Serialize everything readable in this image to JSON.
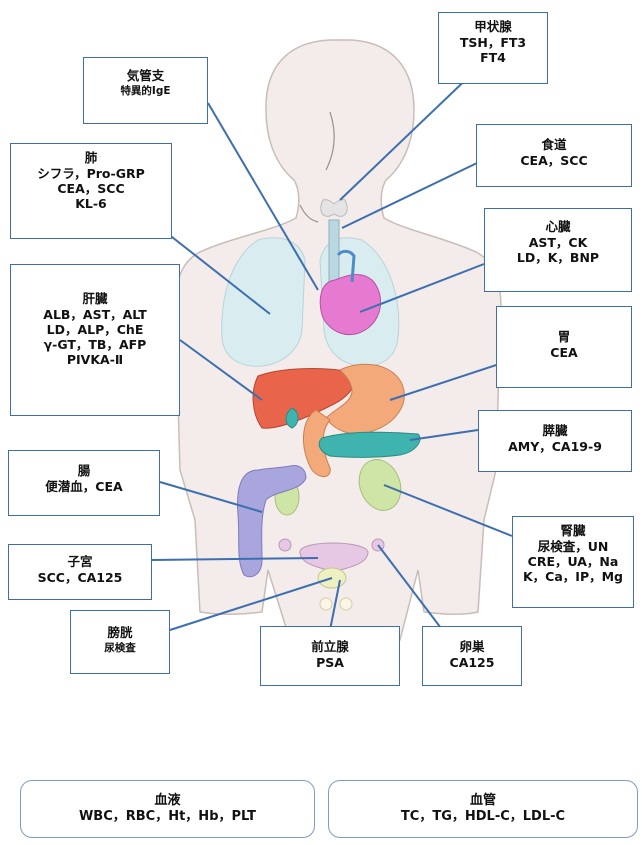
{
  "labels": {
    "thyroid": {
      "title": "甲状腺",
      "lines": [
        "TSH，FT3",
        "FT4"
      ]
    },
    "trachea": {
      "title": "気管支",
      "lines": [
        "特異的IgE"
      ]
    },
    "lung": {
      "title": "肺",
      "lines": [
        "シフラ，Pro-GRP",
        "CEA，SCC",
        "KL-6"
      ]
    },
    "esophagus": {
      "title": "食道",
      "lines": [
        "CEA，SCC"
      ]
    },
    "heart": {
      "title": "心臓",
      "lines": [
        "AST，CK",
        "LD，K，BNP"
      ]
    },
    "liver": {
      "title": "肝臓",
      "lines": [
        "ALB，AST，ALT",
        "LD，ALP，ChE",
        "γ-GT，TB，AFP",
        "PIVKA-Ⅱ"
      ]
    },
    "stomach": {
      "title": "胃",
      "lines": [
        "CEA"
      ]
    },
    "pancreas": {
      "title": "膵臓",
      "lines": [
        "AMY，CA19-9"
      ]
    },
    "intestine": {
      "title": "腸",
      "lines": [
        "便潜血，CEA"
      ]
    },
    "kidney": {
      "title": "腎臓",
      "lines": [
        "尿検査，UN",
        "CRE，UA，Na",
        "K，Ca，IP，Mg"
      ]
    },
    "uterus": {
      "title": "子宮",
      "lines": [
        "SCC，CA125"
      ]
    },
    "bladder": {
      "title": "膀胱",
      "lines": [
        "尿検査"
      ]
    },
    "prostate": {
      "title": "前立腺",
      "lines": [
        "PSA"
      ]
    },
    "ovary": {
      "title": "卵巣",
      "lines": [
        "CA125"
      ]
    }
  },
  "bottom": {
    "blood": {
      "title": "血液",
      "text": "WBC，RBC，Ht，Hb，PLT"
    },
    "vessel": {
      "title": "血管",
      "text": "TC，TG，HDL-C，LDL-C"
    }
  },
  "colors": {
    "border": "#3d6fb0",
    "body_fill": "#f3ecea",
    "lung": "#d9edf1",
    "heart": "#e57ad0",
    "liver": "#e8644a",
    "stomach": "#f3a97a",
    "pancreas": "#3fb3ad",
    "kidney": "#cfe5a6",
    "intestine": "#a9a6de",
    "uterus": "#e6c8e4",
    "bladder": "#eef0c2"
  }
}
